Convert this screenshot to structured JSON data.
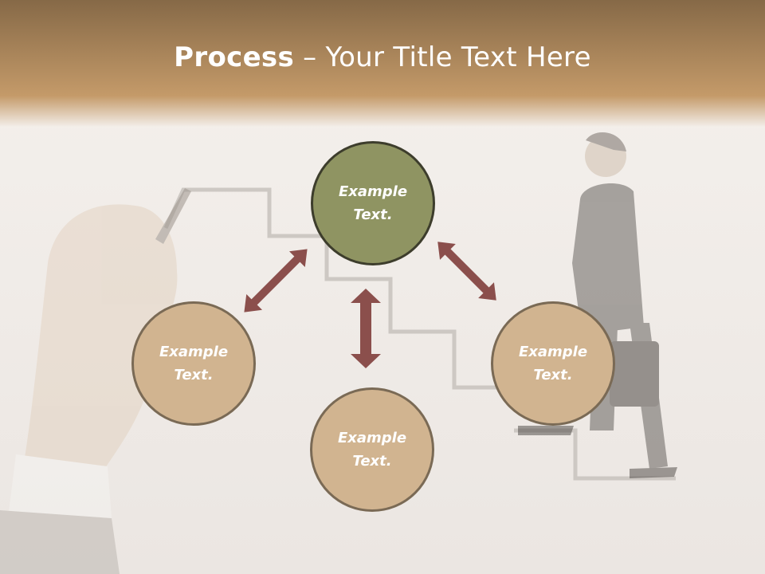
{
  "slide": {
    "title_bold": "Process",
    "title_rest": " – Your Title Text Here"
  },
  "diagram": {
    "nodes": [
      {
        "id": "top",
        "line1": "Example",
        "line2": "Text."
      },
      {
        "id": "left",
        "line1": "Example",
        "line2": "Text."
      },
      {
        "id": "bottom",
        "line1": "Example",
        "line2": "Text."
      },
      {
        "id": "right",
        "line1": "Example",
        "line2": "Text."
      }
    ]
  },
  "colors": {
    "header_gradient_top": "#8a6d4b",
    "header_gradient_bottom": "#c69c6b",
    "center_node": "#8f9462",
    "outer_node": "#d1b490",
    "arrow": "#8b4f4c"
  }
}
